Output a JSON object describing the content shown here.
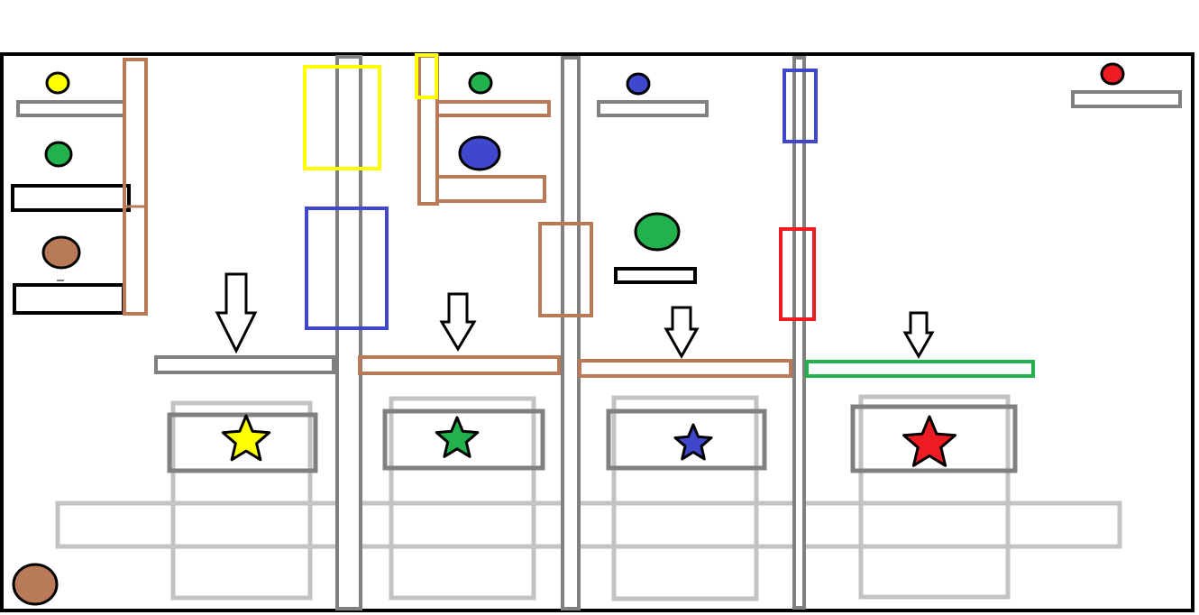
{
  "scene": {
    "type": "puzzle-level",
    "palette": {
      "frame": "#000000",
      "wall": "#808080",
      "wall_fill": "#ffffff",
      "platform_gray": "#808080",
      "platform_light": "#c3c3c3",
      "brown": "#b97a57",
      "yellow": "#ffff00",
      "blue": "#3f48cc",
      "green": "#22b14c",
      "red": "#ed1c24",
      "black": "#000000"
    },
    "balls": [
      {
        "id": "ball-yellow-top-left",
        "color": "yellow"
      },
      {
        "id": "ball-green-left",
        "color": "green"
      },
      {
        "id": "ball-brown-left",
        "color": "brown"
      },
      {
        "id": "ball-brown-bottom-left",
        "color": "brown"
      },
      {
        "id": "ball-green-room2-top",
        "color": "green"
      },
      {
        "id": "ball-blue-room2-large",
        "color": "blue"
      },
      {
        "id": "ball-blue-room3-top",
        "color": "blue"
      },
      {
        "id": "ball-green-room3-large",
        "color": "green"
      },
      {
        "id": "ball-red-top-right",
        "color": "red"
      }
    ],
    "gates": [
      {
        "id": "gate-yellow",
        "color": "yellow"
      },
      {
        "id": "gate-blue-room1",
        "color": "blue"
      },
      {
        "id": "gate-yellow-small",
        "color": "yellow"
      },
      {
        "id": "gate-brown-wall2",
        "color": "brown"
      },
      {
        "id": "gate-blue-wall3",
        "color": "blue"
      },
      {
        "id": "gate-red-wall3",
        "color": "red"
      }
    ],
    "drop_platforms": [
      {
        "id": "drop-platform-1",
        "color": "gray"
      },
      {
        "id": "drop-platform-2",
        "color": "brown"
      },
      {
        "id": "drop-platform-3",
        "color": "brown"
      },
      {
        "id": "drop-platform-4",
        "color": "green"
      }
    ],
    "targets": [
      {
        "id": "target-star-yellow",
        "color": "yellow"
      },
      {
        "id": "target-star-green",
        "color": "green"
      },
      {
        "id": "target-star-blue",
        "color": "blue"
      },
      {
        "id": "target-star-red",
        "color": "red"
      }
    ],
    "arrows": [
      "down",
      "down",
      "down",
      "down"
    ]
  }
}
